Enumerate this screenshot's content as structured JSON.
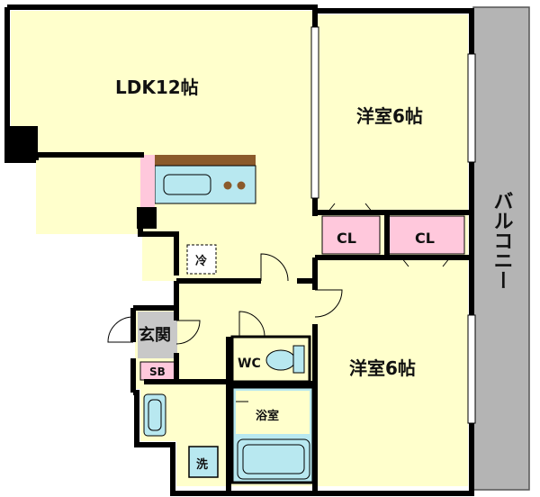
{
  "rooms": {
    "ldk": "LDK12帖",
    "western_top": "洋室6帖",
    "western_bottom": "洋室6帖",
    "closet_left": "CL",
    "closet_right": "CL",
    "entrance": "玄関",
    "shoe_box": "SB",
    "wc": "WC",
    "bath": "浴室",
    "washer": "洗",
    "fridge": "冷",
    "balcony": "バルコニー"
  },
  "colors": {
    "room_fill": "#ffffcc",
    "closet_fill": "#ffc8dc",
    "fixture_fill": "#b8e8f0",
    "counter_brown": "#8b5a2b",
    "balcony_fill": "#b4b4b4",
    "entrance_fill": "#c8c8c8",
    "wall": "#000000"
  }
}
